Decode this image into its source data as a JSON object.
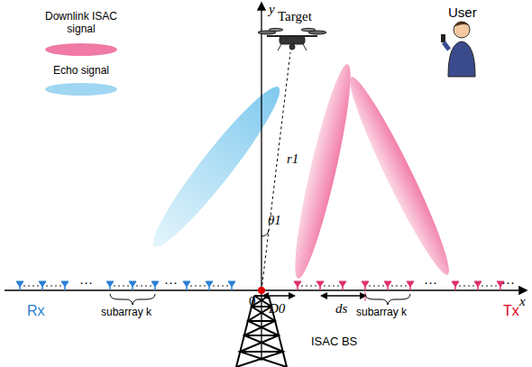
{
  "diagram": {
    "labels": [
      "Target",
      "User",
      "y",
      "x",
      "0",
      "θ1",
      "r1",
      "D0",
      "ds",
      "···",
      "···",
      "···",
      "···",
      "subarray k",
      "subarray k",
      "Rx",
      "Tx",
      "ISAC BS"
    ],
    "legend": [
      {
        "text": "Downlink ISAC signal",
        "color": "#f07aa5"
      },
      {
        "text": "Echo signal",
        "color": "#9fd6f2"
      }
    ]
  }
}
